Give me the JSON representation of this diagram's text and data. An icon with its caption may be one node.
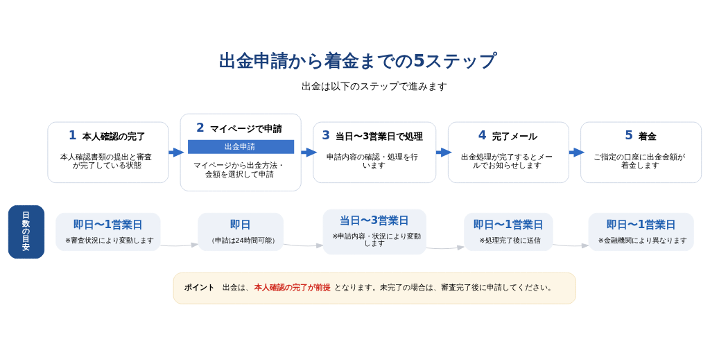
{
  "diagram": {
    "title": "出金申請から着金までの5ステップ",
    "nodes": [
      {
        "text": [
          "1",
          "本人確認の完了",
          "本人確認書類の提出と審査が完了している状態"
        ]
      },
      {
        "text": [
          "2",
          "マイページで申請",
          "出金申請",
          "マイページから出金方法・金額を選択して申請"
        ]
      },
      {
        "text": [
          "3",
          "当日〜3営業日で処理",
          "申請内容の確認・処理を行います"
        ]
      },
      {
        "text": [
          "4",
          "完了メール",
          "出金処理が完了するとメールでお知らせします"
        ]
      },
      {
        "text": [
          "5",
          "着金",
          "ご指定の口座に出金金額が着金します"
        ]
      },
      {
        "text": [
          "日数の目安"
        ]
      },
      {
        "text": [
          "即日〜1営業日",
          "※審査状況により変動します"
        ]
      },
      {
        "text": [
          "即日",
          "（申請は24時間可能）"
        ]
      },
      {
        "text": [
          "当日〜3営業日",
          "※申請内容・状況により変動します"
        ]
      },
      {
        "text": [
          "即日〜1営業日",
          "※処理完了後に送信"
        ]
      },
      {
        "text": [
          "即日〜1営業日",
          "※金融機関により異なります"
        ]
      },
      {
        "text": [
          "ポイント",
          "出金は、**本人確認の完了が前提**となります。未完了の場合は、審査完了後に申請してください。"
        ]
      }
    ],
    "edges": [
      {
        "from": 0,
        "to": 1,
        "arrow": "to",
        "style": "thick"
      },
      {
        "from": 1,
        "to": 2,
        "arrow": "to",
        "style": "thick"
      },
      {
        "from": 2,
        "to": 3,
        "arrow": "to",
        "style": "thick"
      },
      {
        "from": 3,
        "to": 4,
        "arrow": "to",
        "style": "thick"
      },
      {
        "from": 6,
        "to": 7,
        "arrow": "to",
        "color": "#c8ccd4"
      },
      {
        "from": 7,
        "to": 8,
        "arrow": "to",
        "color": "#c8ccd4"
      },
      {
        "from": 8,
        "to": 9,
        "arrow": "to",
        "color": "#c8ccd4"
      },
      {
        "from": 9,
        "to": 10,
        "arrow": "to",
        "color": "#c8ccd4"
      }
    ],
    "labels": [
      "出金は以下のステップで進みます"
    ]
  }
}
